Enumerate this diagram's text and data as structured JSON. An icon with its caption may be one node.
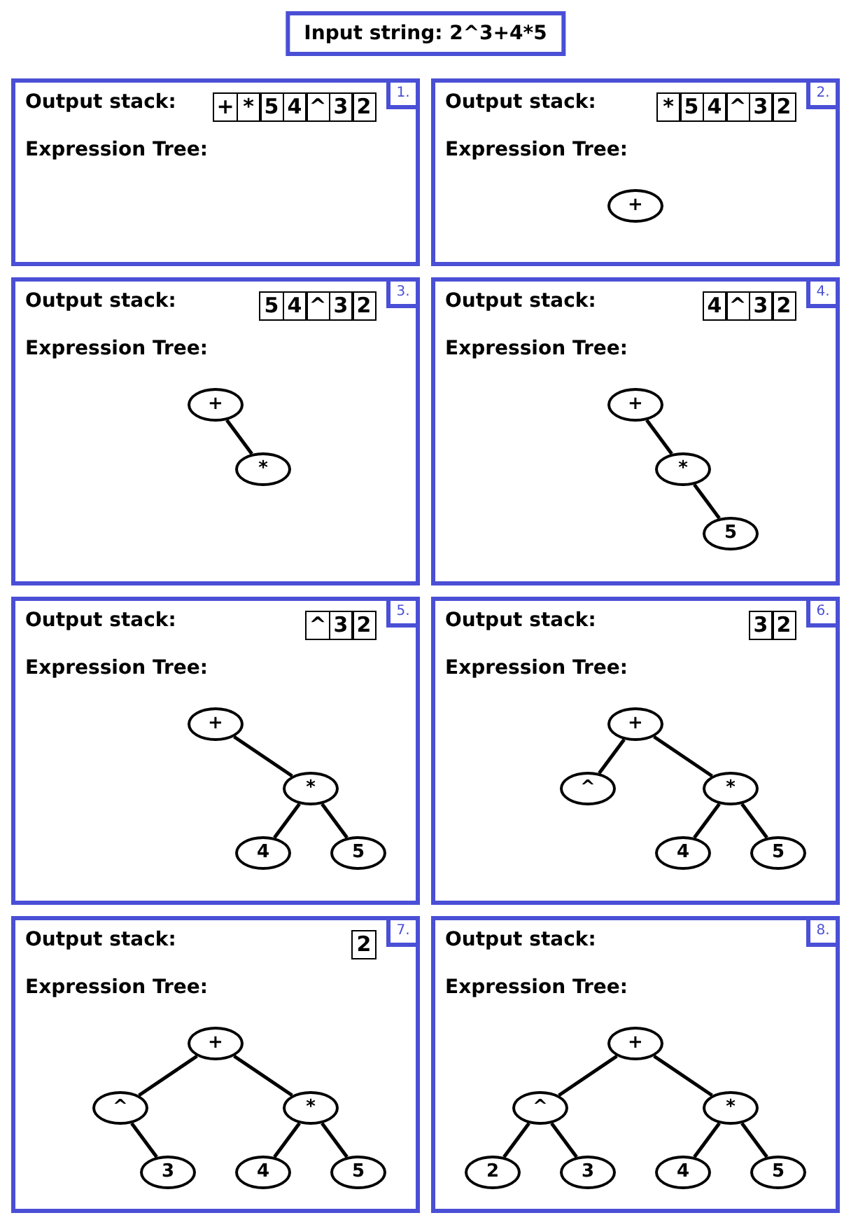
{
  "diagram": {
    "nodes": [
      {
        "text": [
          "Input string: 2^3+4*5"
        ]
      },
      {
        "text": [
          "Output stack:",
          "Expression Tree:"
        ]
      },
      {
        "text": [
          "+"
        ],
        "in": 1
      },
      {
        "text": [
          "*"
        ],
        "in": 1
      },
      {
        "text": [
          "5"
        ],
        "in": 1
      },
      {
        "text": [
          "4"
        ],
        "in": 1
      },
      {
        "text": [
          "^"
        ],
        "in": 1
      },
      {
        "text": [
          "3"
        ],
        "in": 1
      },
      {
        "text": [
          "2"
        ],
        "in": 1
      },
      {
        "text": [
          "1."
        ],
        "in": 1
      },
      {
        "text": [
          "Output stack:",
          "Expression Tree:"
        ]
      },
      {
        "text": [
          "*"
        ],
        "in": 10
      },
      {
        "text": [
          "5"
        ],
        "in": 10
      },
      {
        "text": [
          "4"
        ],
        "in": 10
      },
      {
        "text": [
          "^"
        ],
        "in": 10
      },
      {
        "text": [
          "3"
        ],
        "in": 10
      },
      {
        "text": [
          "2"
        ],
        "in": 10
      },
      {
        "text": [
          "2."
        ],
        "in": 10
      },
      {
        "text": [
          "+"
        ],
        "in": 10
      },
      {
        "text": [
          "Output stack:",
          "Expression Tree:"
        ]
      },
      {
        "text": [
          "5"
        ],
        "in": 19
      },
      {
        "text": [
          "4"
        ],
        "in": 19
      },
      {
        "text": [
          "^"
        ],
        "in": 19
      },
      {
        "text": [
          "3"
        ],
        "in": 19
      },
      {
        "text": [
          "2"
        ],
        "in": 19
      },
      {
        "text": [
          "3."
        ],
        "in": 19
      },
      {
        "text": [
          "+"
        ],
        "in": 19
      },
      {
        "text": [
          "*"
        ],
        "in": 19
      },
      {
        "text": [
          "Output stack:",
          "Expression Tree:"
        ]
      },
      {
        "text": [
          "4"
        ],
        "in": 28
      },
      {
        "text": [
          "^"
        ],
        "in": 28
      },
      {
        "text": [
          "3"
        ],
        "in": 28
      },
      {
        "text": [
          "2"
        ],
        "in": 28
      },
      {
        "text": [
          "4."
        ],
        "in": 28
      },
      {
        "text": [
          "+"
        ],
        "in": 28
      },
      {
        "text": [
          "*"
        ],
        "in": 28
      },
      {
        "text": [
          "5"
        ],
        "in": 28
      },
      {
        "text": [
          "Output stack:",
          "Expression Tree:"
        ]
      },
      {
        "text": [
          "^"
        ],
        "in": 37
      },
      {
        "text": [
          "3"
        ],
        "in": 37
      },
      {
        "text": [
          "2"
        ],
        "in": 37
      },
      {
        "text": [
          "5."
        ],
        "in": 37
      },
      {
        "text": [
          "+"
        ],
        "in": 37
      },
      {
        "text": [
          "*"
        ],
        "in": 37
      },
      {
        "text": [
          "4"
        ],
        "in": 37
      },
      {
        "text": [
          "5"
        ],
        "in": 37
      },
      {
        "text": [
          "Output stack:",
          "Expression Tree:"
        ]
      },
      {
        "text": [
          "3"
        ],
        "in": 46
      },
      {
        "text": [
          "2"
        ],
        "in": 46
      },
      {
        "text": [
          "6."
        ],
        "in": 46
      },
      {
        "text": [
          "+"
        ],
        "in": 46
      },
      {
        "text": [
          "^"
        ],
        "in": 46
      },
      {
        "text": [
          "*"
        ],
        "in": 46
      },
      {
        "text": [
          "4"
        ],
        "in": 46
      },
      {
        "text": [
          "5"
        ],
        "in": 46
      },
      {
        "text": [
          "Output stack:",
          "Expression Tree:"
        ]
      },
      {
        "text": [
          "2"
        ],
        "in": 55
      },
      {
        "text": [
          "7."
        ],
        "in": 55
      },
      {
        "text": [
          "+"
        ],
        "in": 55
      },
      {
        "text": [
          "^"
        ],
        "in": 55
      },
      {
        "text": [
          "*"
        ],
        "in": 55
      },
      {
        "text": [
          "3"
        ],
        "in": 55
      },
      {
        "text": [
          "4"
        ],
        "in": 55
      },
      {
        "text": [
          "5"
        ],
        "in": 55
      },
      {
        "text": [
          "Output stack:",
          "Expression Tree:"
        ]
      },
      {
        "text": [
          "8."
        ],
        "in": 64
      },
      {
        "text": [
          "+"
        ],
        "in": 64
      },
      {
        "text": [
          "^"
        ],
        "in": 64
      },
      {
        "text": [
          "*"
        ],
        "in": 64
      },
      {
        "text": [
          "2"
        ],
        "in": 64
      },
      {
        "text": [
          "3"
        ],
        "in": 64
      },
      {
        "text": [
          "4"
        ],
        "in": 64
      },
      {
        "text": [
          "5"
        ],
        "in": 64
      }
    ],
    "edges": [
      {
        "from": 26,
        "to": 27,
        "arrow": "none"
      },
      {
        "from": 34,
        "to": 35,
        "arrow": "none"
      },
      {
        "from": 35,
        "to": 36,
        "arrow": "none"
      },
      {
        "from": 42,
        "to": 43,
        "arrow": "none"
      },
      {
        "from": 43,
        "to": 44,
        "arrow": "none"
      },
      {
        "from": 43,
        "to": 45,
        "arrow": "none"
      },
      {
        "from": 50,
        "to": 51,
        "arrow": "none"
      },
      {
        "from": 50,
        "to": 52,
        "arrow": "none"
      },
      {
        "from": 52,
        "to": 53,
        "arrow": "none"
      },
      {
        "from": 52,
        "to": 54,
        "arrow": "none"
      },
      {
        "from": 58,
        "to": 59,
        "arrow": "none"
      },
      {
        "from": 58,
        "to": 60,
        "arrow": "none"
      },
      {
        "from": 59,
        "to": 61,
        "arrow": "none"
      },
      {
        "from": 60,
        "to": 62,
        "arrow": "none"
      },
      {
        "from": 60,
        "to": 63,
        "arrow": "none"
      },
      {
        "from": 66,
        "to": 67,
        "arrow": "none"
      },
      {
        "from": 66,
        "to": 68,
        "arrow": "none"
      },
      {
        "from": 67,
        "to": 69,
        "arrow": "none"
      },
      {
        "from": 67,
        "to": 70,
        "arrow": "none"
      },
      {
        "from": 68,
        "to": 71,
        "arrow": "none"
      },
      {
        "from": 68,
        "to": 72,
        "arrow": "none"
      }
    ]
  }
}
